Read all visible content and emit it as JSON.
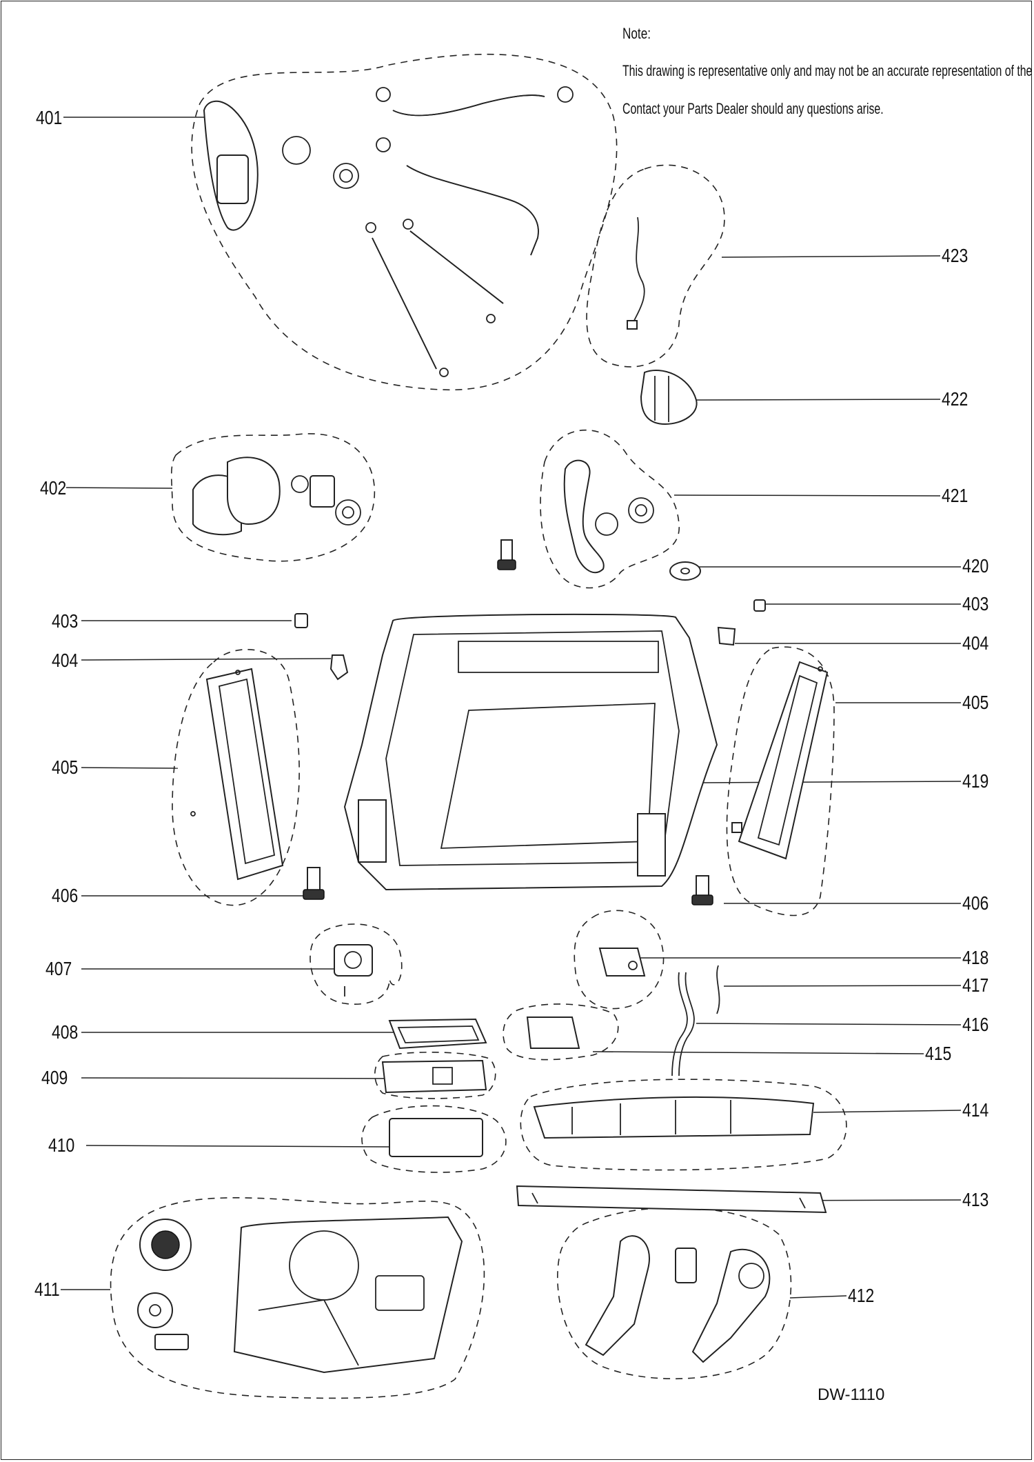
{
  "note": {
    "title": "Note:",
    "line1": "This drawing is representative only and may not be an accurate representation of the product.",
    "line2": "Contact your Parts Dealer should any questions arise."
  },
  "model_code": "DW-1110",
  "callouts": {
    "c401": "401",
    "c402": "402",
    "c403_left": "403",
    "c403_right": "403",
    "c404_left": "404",
    "c404_right": "404",
    "c405_left": "405",
    "c405_right": "405",
    "c406_left": "406",
    "c406_right": "406",
    "c407": "407",
    "c408": "408",
    "c409": "409",
    "c410": "410",
    "c411": "411",
    "c412": "412",
    "c413": "413",
    "c414": "414",
    "c415": "415",
    "c416": "416",
    "c417": "417",
    "c418": "418",
    "c419": "419",
    "c420": "420",
    "c421": "421",
    "c422": "422",
    "c423": "423"
  }
}
